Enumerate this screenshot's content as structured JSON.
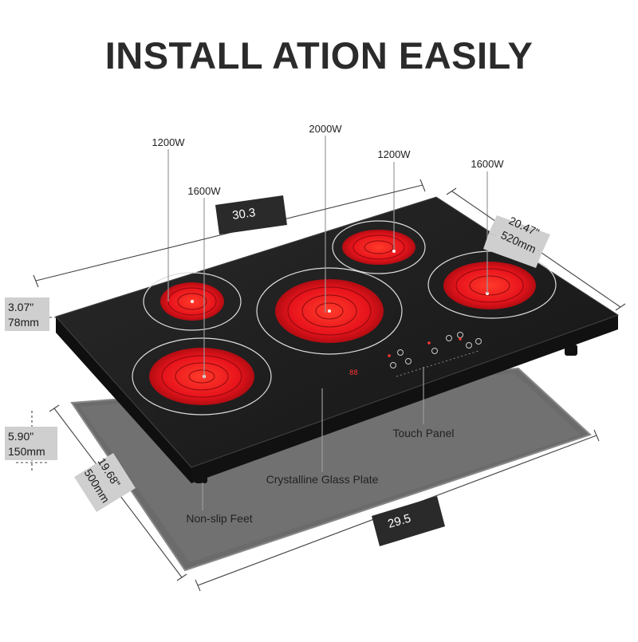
{
  "title": "INSTALL ATION EASILY",
  "colors": {
    "glass": "#1c1c1c",
    "burner_red": "#e8141c",
    "tray": "#6e6e6e",
    "dim_tag_light": "#cfcfcf",
    "dim_tag_dark": "#2a2a2a"
  },
  "burners": {
    "top_left": "1200W",
    "center": "2000W",
    "top_right": "1200W",
    "right": "1600W",
    "bottom_left": "1600W"
  },
  "dimensions": {
    "height_in": "3.07\"",
    "height_mm": "78mm",
    "depth_in": "20.47\"",
    "depth_mm": "520mm",
    "cutout_height_in": "5.90\"",
    "cutout_height_mm": "150mm",
    "cutout_depth_in": "19.68\"",
    "cutout_depth_mm": "500mm",
    "width_top_in": "30.3",
    "cutout_width_in": "29.5"
  },
  "callouts": {
    "touch_panel": "Touch Panel",
    "glass_plate": "Crystalline Glass Plate",
    "feet": "Non-slip Feet"
  },
  "panel_display": "88"
}
